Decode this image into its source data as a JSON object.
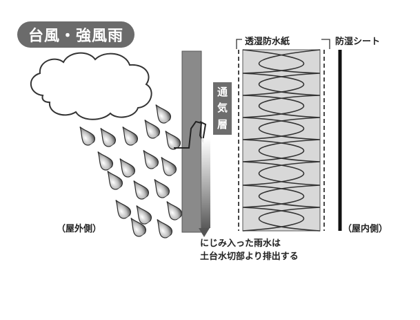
{
  "title": "台風・強風雨",
  "labels": {
    "vapor_paper": "透湿防水紙",
    "moisture_sheet": "防湿シート",
    "outdoor": "（屋外側）",
    "indoor": "（屋内側）"
  },
  "vent_layer": [
    "通",
    "気",
    "層"
  ],
  "drain_note": [
    "にじみ入った雨水は",
    "土台水切部より排出する"
  ]
}
